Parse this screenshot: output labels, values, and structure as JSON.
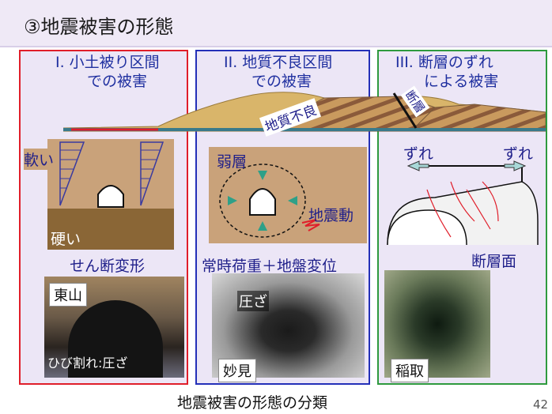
{
  "slide": {
    "title": "③地震被害の形態",
    "caption": "地震被害の形態の分類",
    "page_number": "42"
  },
  "profile": {
    "label_weak_geology": "地質不良",
    "label_fault": "断層"
  },
  "panels": [
    {
      "title_line1": "I. 小土被り区間",
      "title_line2": "での被害",
      "soft_label": "軟い",
      "hard_label": "硬い",
      "mechanism": "せん断変形",
      "photo_tag": "東山",
      "photo_note": "ひび割れ:圧ざ"
    },
    {
      "title_line1": "II. 地質不良区間",
      "title_line2": "での被害",
      "weak_layer_label": "弱層",
      "quake_label": "地震動",
      "mechanism": "常時荷重＋地盤変位",
      "photo_tag": "妙見",
      "photo_note": "圧ざ"
    },
    {
      "title_line1": "III. 断層のずれ",
      "title_line2": "による被害",
      "slip_left": "ずれ",
      "slip_right": "ずれ",
      "fault_plane": "断層面",
      "photo_tag": "稲取"
    }
  ],
  "colors": {
    "panel1_border": "#e01e2a",
    "panel2_border": "#2430b8",
    "panel3_border": "#2e9a3e",
    "label_color": "#1f1f8a"
  }
}
